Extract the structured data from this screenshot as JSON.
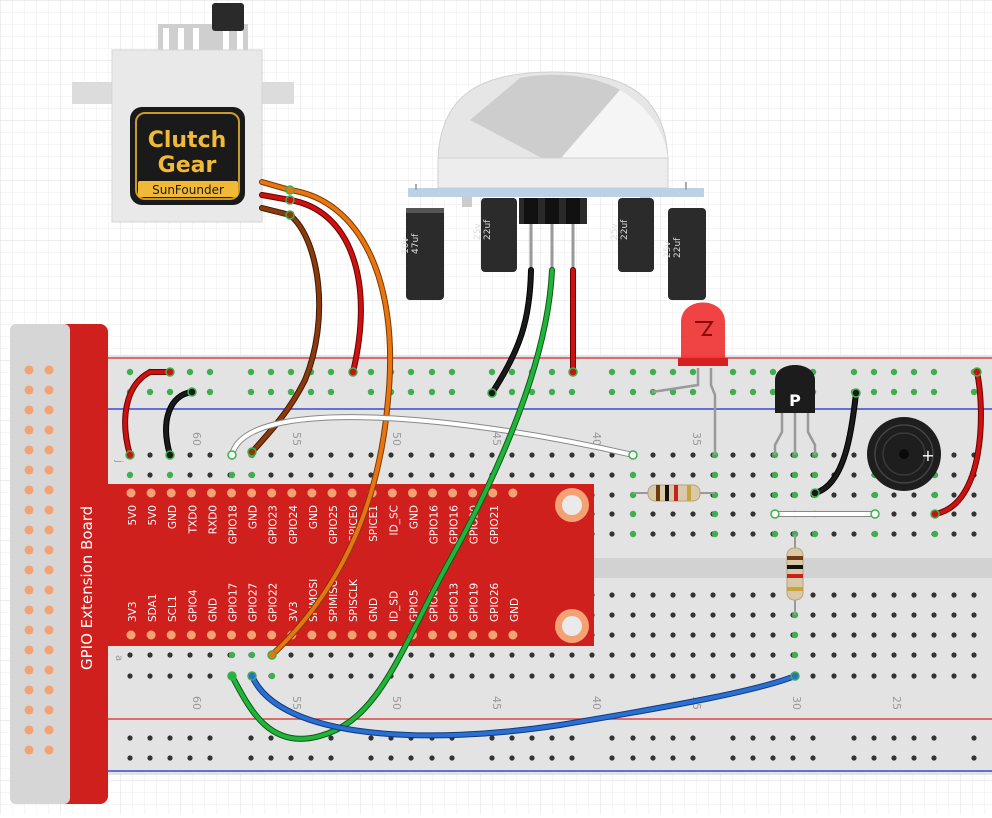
{
  "gpio_board": {
    "title": "GPIO Extension Board",
    "top_pins": [
      "5V0",
      "5V0",
      "GND",
      "TXD0",
      "RXD0",
      "GPIO18",
      "GND",
      "GPIO23",
      "GPIO24",
      "GND",
      "GPIO25",
      "SPICE0",
      "SPICE1",
      "ID_SC",
      "GND",
      "GPIO16",
      "GPIO16",
      "GPIO20",
      "GPIO21"
    ],
    "bottom_pins": [
      "3V3",
      "SDA1",
      "SCL1",
      "GPIO4",
      "GND",
      "GPIO17",
      "GPIO27",
      "GPIO22",
      "3V3",
      "SPIMOSI",
      "SPIMISO",
      "SPISCLK",
      "GND",
      "ID_SD",
      "GPIO5",
      "GPIO6",
      "GPIO13",
      "GPIO19",
      "GPIO26",
      "GND"
    ],
    "color": "#d0201e"
  },
  "breadboard": {
    "upper_numbers": [
      "60",
      "55",
      "50",
      "45",
      "40",
      "35"
    ],
    "lower_numbers": [
      "60",
      "55",
      "50",
      "45",
      "40",
      "35",
      "30",
      "25"
    ],
    "row_marks": [
      "a",
      "j"
    ]
  },
  "servo": {
    "brand_line1": "Clutch",
    "brand_line2": "Gear",
    "maker": "SunFounder"
  },
  "pir_sensor": {
    "capacitors": [
      {
        "line1": "10v",
        "line2": "47uf"
      },
      {
        "line1": "25v",
        "line2": "22uf"
      },
      {
        "line1": "25v",
        "line2": "22uf"
      },
      {
        "line1": "25v",
        "line2": "22uf"
      }
    ]
  },
  "transistor": {
    "mark": "P"
  },
  "buzzer": {
    "sign": "+"
  },
  "wire_colors": {
    "red": "#cc1111",
    "black": "#1a1a1a",
    "orange": "#e87511",
    "brown": "#8b3a0c",
    "green": "#22b43a",
    "blue": "#2a6fd1",
    "white": "#ffffff"
  }
}
